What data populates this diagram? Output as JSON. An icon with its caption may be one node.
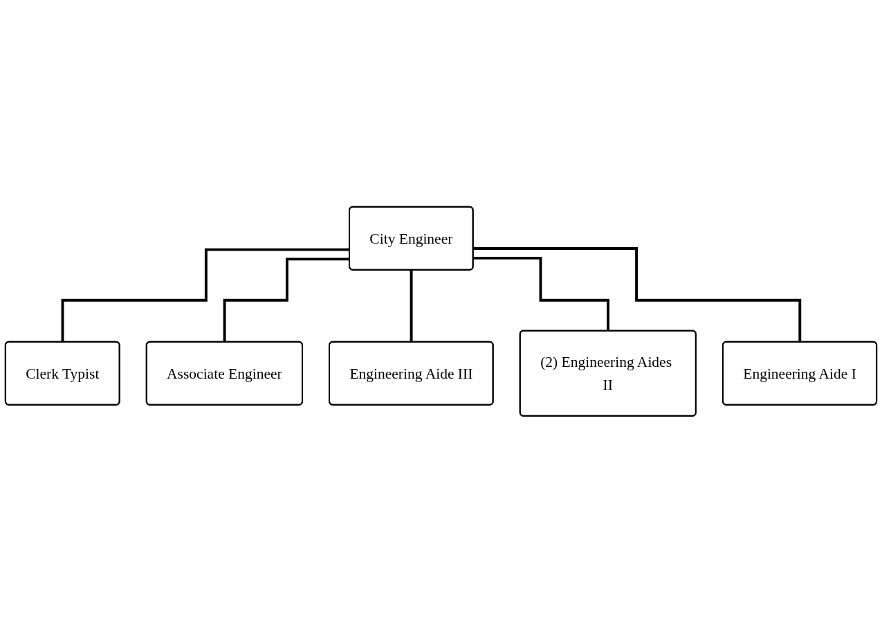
{
  "diagram": {
    "nodes": [
      {
        "text": [
          "City Engineer"
        ]
      },
      {
        "text": [
          "Clerk Typist"
        ]
      },
      {
        "text": [
          "Associate Engineer"
        ]
      },
      {
        "text": [
          "Engineering Aide III"
        ]
      },
      {
        "text": [
          "(2) Engineering Aides II"
        ]
      },
      {
        "text": [
          "Engineering Aide I"
        ]
      }
    ],
    "edges": [
      {
        "from": 0,
        "to": 1,
        "arrow": "none"
      },
      {
        "from": 0,
        "to": 2,
        "arrow": "none"
      },
      {
        "from": 0,
        "to": 3,
        "arrow": "none"
      },
      {
        "from": 0,
        "to": 4,
        "arrow": "none"
      },
      {
        "from": 0,
        "to": 5,
        "arrow": "none"
      }
    ]
  }
}
